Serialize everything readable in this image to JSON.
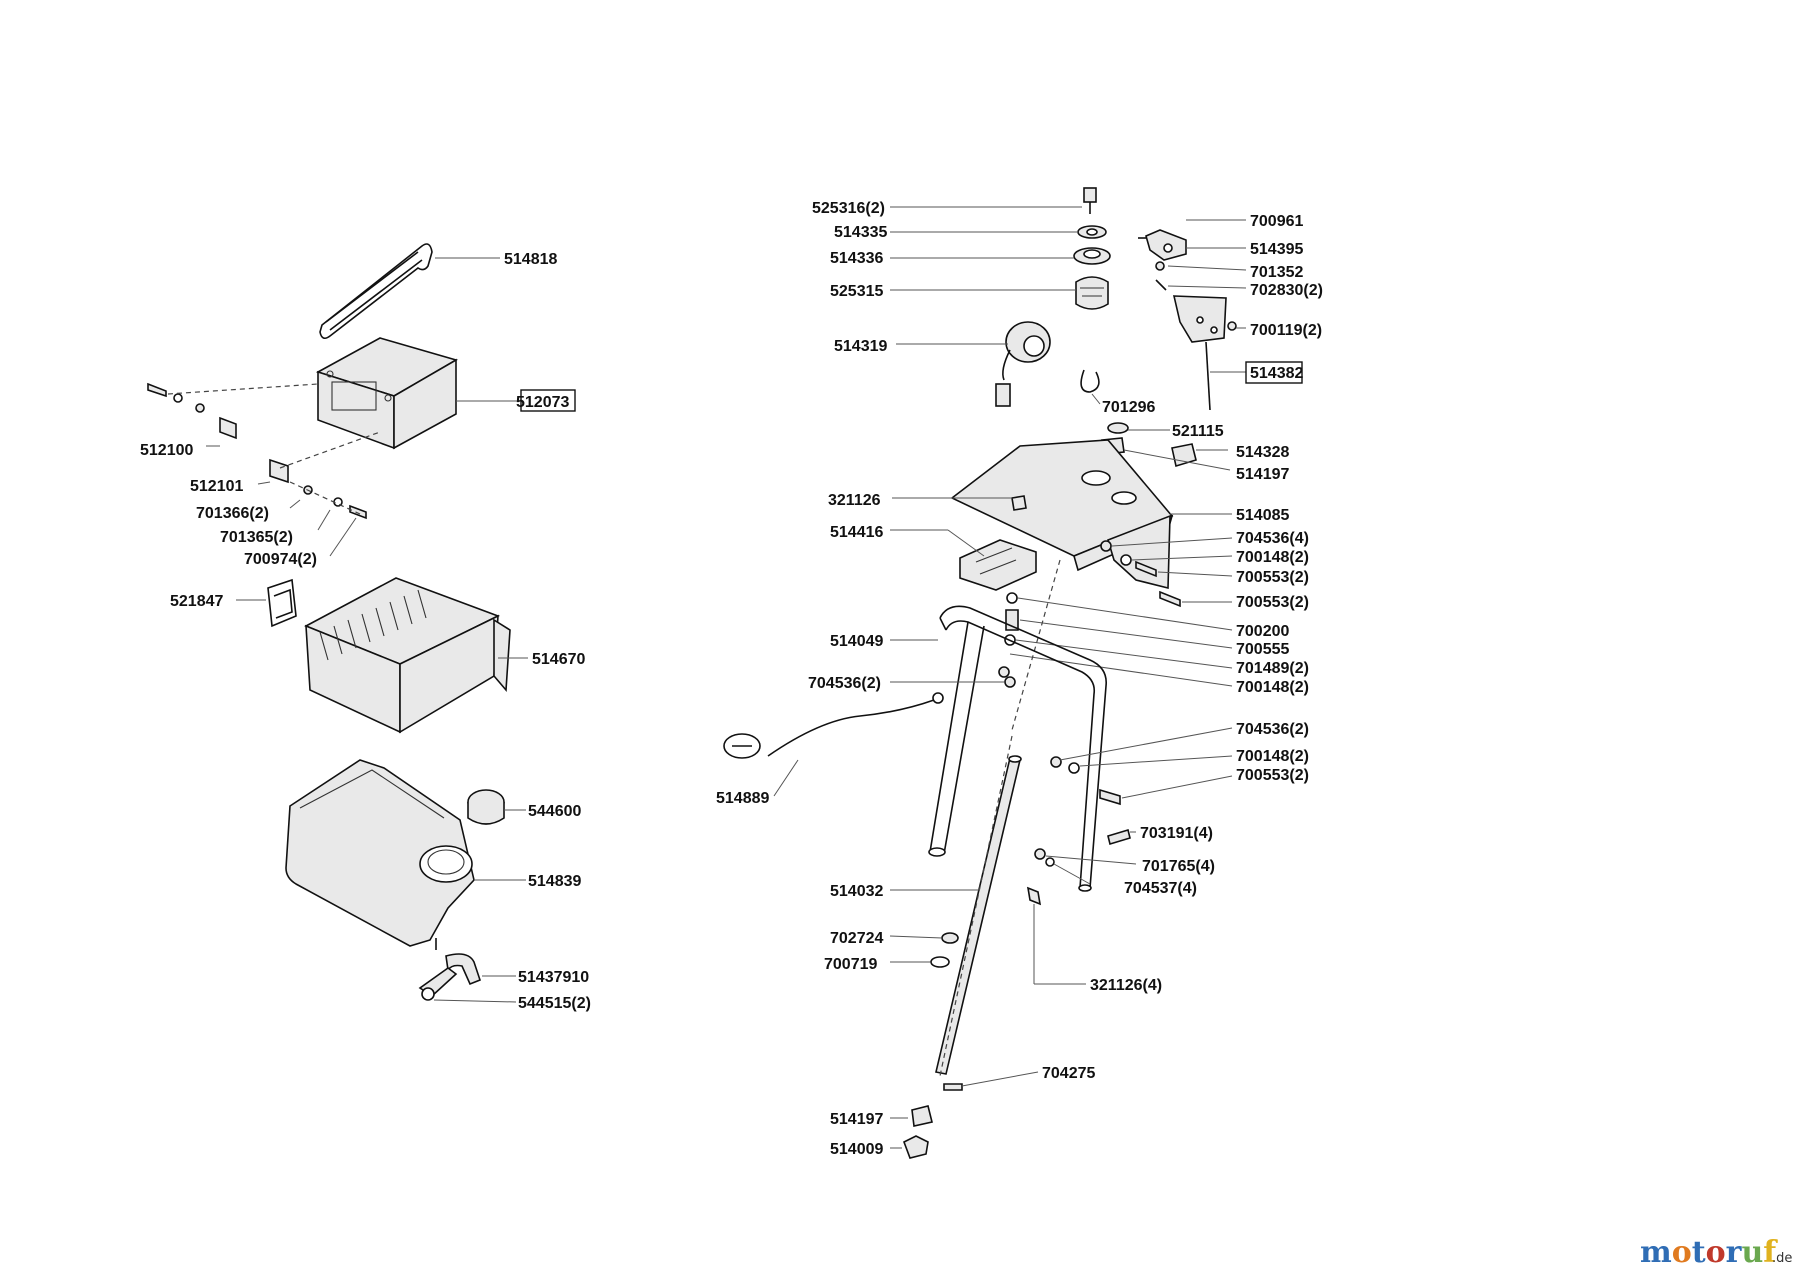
{
  "parts": [
    {
      "id": "514818",
      "label": "514818"
    },
    {
      "id": "512073",
      "label": "512073",
      "boxed": true
    },
    {
      "id": "512100",
      "label": "512100"
    },
    {
      "id": "512101",
      "label": "512101"
    },
    {
      "id": "701366",
      "label": "701366(2)"
    },
    {
      "id": "701365",
      "label": "701365(2)"
    },
    {
      "id": "700974",
      "label": "700974(2)"
    },
    {
      "id": "521847",
      "label": "521847"
    },
    {
      "id": "514670",
      "label": "514670"
    },
    {
      "id": "544600",
      "label": "544600"
    },
    {
      "id": "514839",
      "label": "514839"
    },
    {
      "id": "51437910",
      "label": "51437910"
    },
    {
      "id": "544515",
      "label": "544515(2)"
    },
    {
      "id": "525316",
      "label": "525316(2)"
    },
    {
      "id": "514335",
      "label": "514335"
    },
    {
      "id": "514336",
      "label": "514336"
    },
    {
      "id": "525315",
      "label": "525315"
    },
    {
      "id": "514319",
      "label": "514319"
    },
    {
      "id": "700961",
      "label": "700961"
    },
    {
      "id": "514395",
      "label": "514395"
    },
    {
      "id": "701352",
      "label": "701352"
    },
    {
      "id": "702830",
      "label": "702830(2)"
    },
    {
      "id": "700119",
      "label": "700119(2)"
    },
    {
      "id": "514382",
      "label": "514382",
      "boxed": true
    },
    {
      "id": "701296",
      "label": "701296"
    },
    {
      "id": "521115",
      "label": "521115"
    },
    {
      "id": "514328",
      "label": "514328"
    },
    {
      "id": "514197a",
      "label": "514197"
    },
    {
      "id": "321126a",
      "label": "321126"
    },
    {
      "id": "514085",
      "label": "514085"
    },
    {
      "id": "514416",
      "label": "514416"
    },
    {
      "id": "704536a",
      "label": "704536(4)"
    },
    {
      "id": "700148a",
      "label": "700148(2)"
    },
    {
      "id": "700553a",
      "label": "700553(2)"
    },
    {
      "id": "700553b",
      "label": "700553(2)"
    },
    {
      "id": "700200",
      "label": "700200"
    },
    {
      "id": "700555",
      "label": "700555"
    },
    {
      "id": "701489",
      "label": "701489(2)"
    },
    {
      "id": "700148b",
      "label": "700148(2)"
    },
    {
      "id": "514049",
      "label": "514049"
    },
    {
      "id": "704536b",
      "label": "704536(2)"
    },
    {
      "id": "704536c",
      "label": "704536(2)"
    },
    {
      "id": "700148c",
      "label": "700148(2)"
    },
    {
      "id": "700553c",
      "label": "700553(2)"
    },
    {
      "id": "514889",
      "label": "514889"
    },
    {
      "id": "703191",
      "label": "703191(4)"
    },
    {
      "id": "701765",
      "label": "701765(4)"
    },
    {
      "id": "704537",
      "label": "704537(4)"
    },
    {
      "id": "514032",
      "label": "514032"
    },
    {
      "id": "702724",
      "label": "702724"
    },
    {
      "id": "700719",
      "label": "700719"
    },
    {
      "id": "321126b",
      "label": "321126(4)"
    },
    {
      "id": "704275",
      "label": "704275"
    },
    {
      "id": "514197b",
      "label": "514197"
    },
    {
      "id": "514009",
      "label": "514009"
    }
  ],
  "logo": {
    "main": "motoruf",
    "suffix": ".de",
    "letter_colors": [
      "#2f6db5",
      "#e07a1f",
      "#2f6db5",
      "#c0392b",
      "#2f6db5",
      "#6aa84f",
      "#e0b21f"
    ]
  }
}
